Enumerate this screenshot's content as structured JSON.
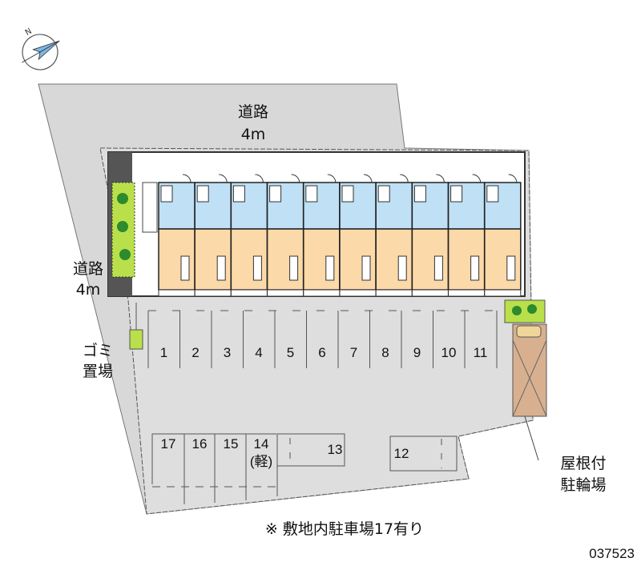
{
  "labels": {
    "top_road": "道路",
    "top_road_width": "4m",
    "left_road": "道路",
    "left_road_width": "4m",
    "garbage_1": "ゴミ",
    "garbage_2": "置場",
    "bike_1": "屋根付",
    "bike_2": "駐輪場",
    "note": "※ 敷地内駐車場17有り",
    "property_code": "037523",
    "kei_car": "(軽)"
  },
  "parking_upper": [
    "1",
    "2",
    "3",
    "4",
    "5",
    "6",
    "7",
    "8",
    "9",
    "10",
    "11"
  ],
  "parking_lower": [
    "17",
    "16",
    "15",
    "14",
    "13",
    "12"
  ],
  "unit_count": 10,
  "compass": {
    "label": "N"
  },
  "colors": {
    "lot": "#d8d8d8",
    "wet": "#bfe0f5",
    "room": "#fcd9a8",
    "green": "#b9e04a",
    "bike": "#d8b08f"
  }
}
